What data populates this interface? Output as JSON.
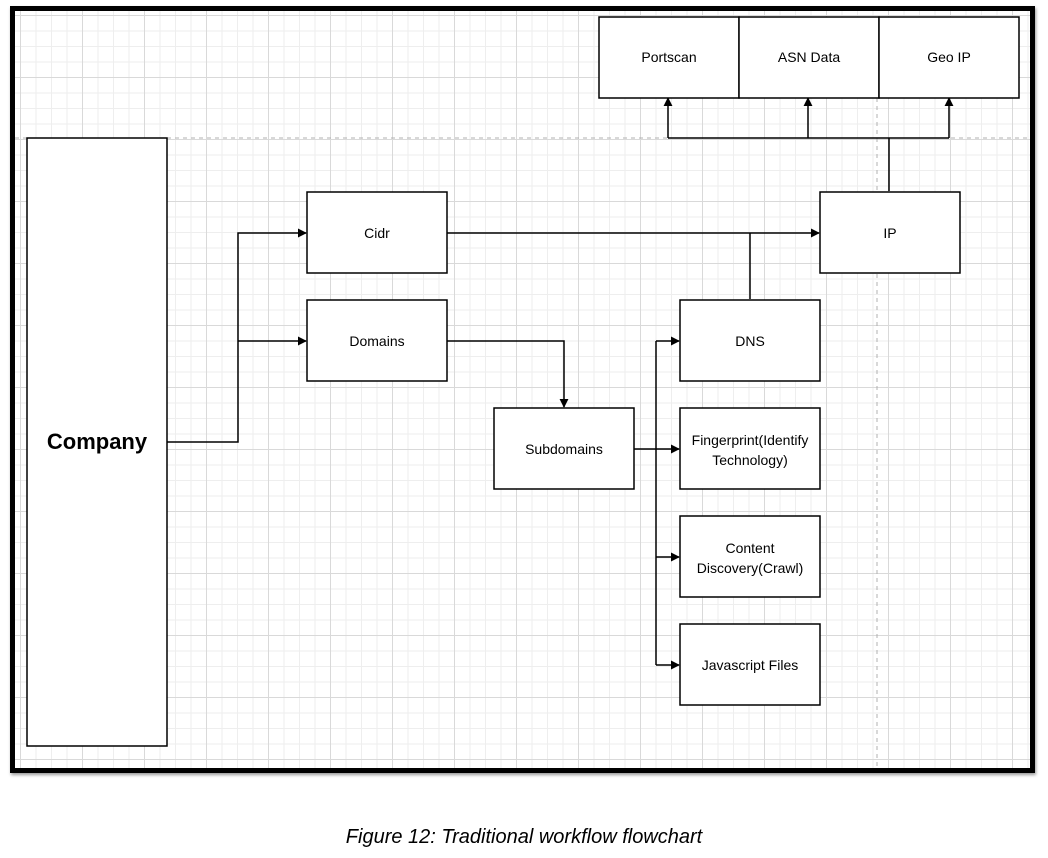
{
  "diagram": {
    "nodes": {
      "company": "Company",
      "cidr": "Cidr",
      "domains": "Domains",
      "subdomains": "Subdomains",
      "dns": "DNS",
      "fingerprint": [
        "Fingerprint(Identify",
        "Technology)"
      ],
      "content_discovery": [
        "Content",
        "Discovery(Crawl)"
      ],
      "javascript_files": "Javascript Files",
      "ip": "IP",
      "portscan": "Portscan",
      "asn_data": "ASN Data",
      "geo_ip": "Geo IP"
    },
    "edges": [
      {
        "from": "company",
        "to": "cidr"
      },
      {
        "from": "company",
        "to": "domains"
      },
      {
        "from": "domains",
        "to": "subdomains"
      },
      {
        "from": "subdomains",
        "to": "dns"
      },
      {
        "from": "subdomains",
        "to": "fingerprint"
      },
      {
        "from": "subdomains",
        "to": "content_discovery"
      },
      {
        "from": "subdomains",
        "to": "javascript_files"
      },
      {
        "from": "cidr",
        "to": "ip"
      },
      {
        "from": "dns",
        "to": "ip"
      },
      {
        "from": "ip",
        "to": "portscan"
      },
      {
        "from": "ip",
        "to": "asn_data"
      },
      {
        "from": "ip",
        "to": "geo_ip"
      }
    ]
  },
  "caption": "Figure 12: Traditional workflow flowchart"
}
